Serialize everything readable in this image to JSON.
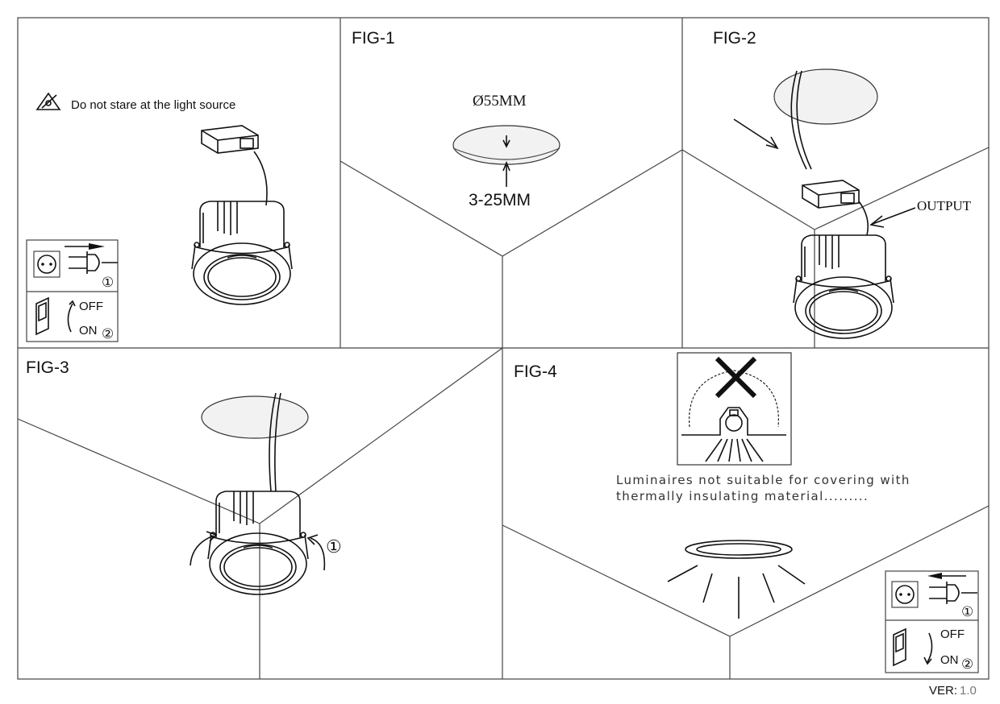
{
  "figures": {
    "fig1": "FIG-1",
    "fig2": "FIG-2",
    "fig3": "FIG-3",
    "fig4": "FIG-4"
  },
  "warning": {
    "stare": "Do not stare at the light source",
    "insulation_line1": "Luminaires not suitable for covering with",
    "insulation_line2": "thermally insulating material........."
  },
  "fig1": {
    "diameter": "Ø55MM",
    "thickness": "3-25MM"
  },
  "fig2": {
    "output_label": "OUTPUT"
  },
  "power_box": {
    "step1": "①",
    "off": "OFF",
    "on": "ON",
    "step2": "②"
  },
  "fig3": {
    "step": "①"
  },
  "version": {
    "label": "VER:",
    "value": "1.0"
  }
}
